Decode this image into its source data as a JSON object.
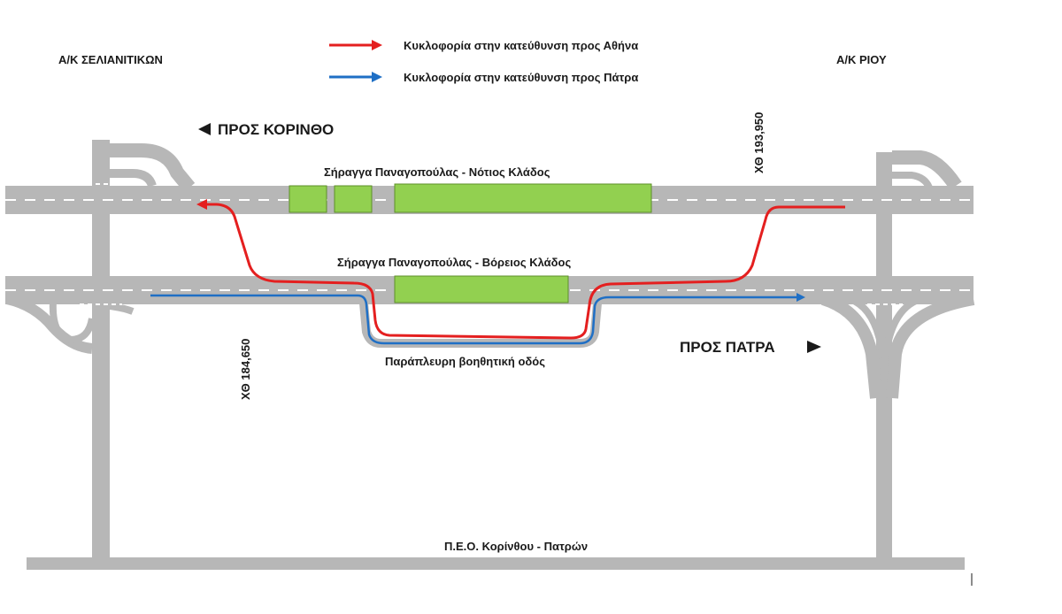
{
  "legend": {
    "items": [
      {
        "label": "Κυκλοφορία στην κατεύθυνση προς Αθήνα",
        "color": "#e41f1f"
      },
      {
        "label": "Κυκλοφορία στην κατεύθυνση προς Πάτρα",
        "color": "#1f6fc5"
      }
    ]
  },
  "junctions": {
    "left": "Α/Κ ΣΕΛΙΑΝΙΤΙΚΩΝ",
    "right": "Α/Κ ΡΙΟΥ"
  },
  "directions": {
    "korinthos": "ΠΡΟΣ ΚΟΡΙΝΘΟ",
    "patra": "ΠΡΟΣ ΠΑΤΡΑ"
  },
  "chainages": {
    "east": "ΧΘ 193,950",
    "west": "ΧΘ 184,650"
  },
  "tunnels": {
    "south": "Σήραγγα Παναγοπούλας - Νότιος Κλάδος",
    "north": "Σήραγγα Παναγοπούλας - Βόρειος Κλάδος"
  },
  "side_road": "Παράπλευρη βοηθητική οδός",
  "national_road": "Π.Ε.Ο. Κορίνθου - Πατρών",
  "colors": {
    "road": "#b7b7b7",
    "lane_marking": "#ffffff",
    "tunnel_fill": "#92d050",
    "tunnel_stroke": "#5e8f2a",
    "athens_route": "#e41f1f",
    "patra_route": "#1f6fc5",
    "text": "#1a1a1a"
  }
}
